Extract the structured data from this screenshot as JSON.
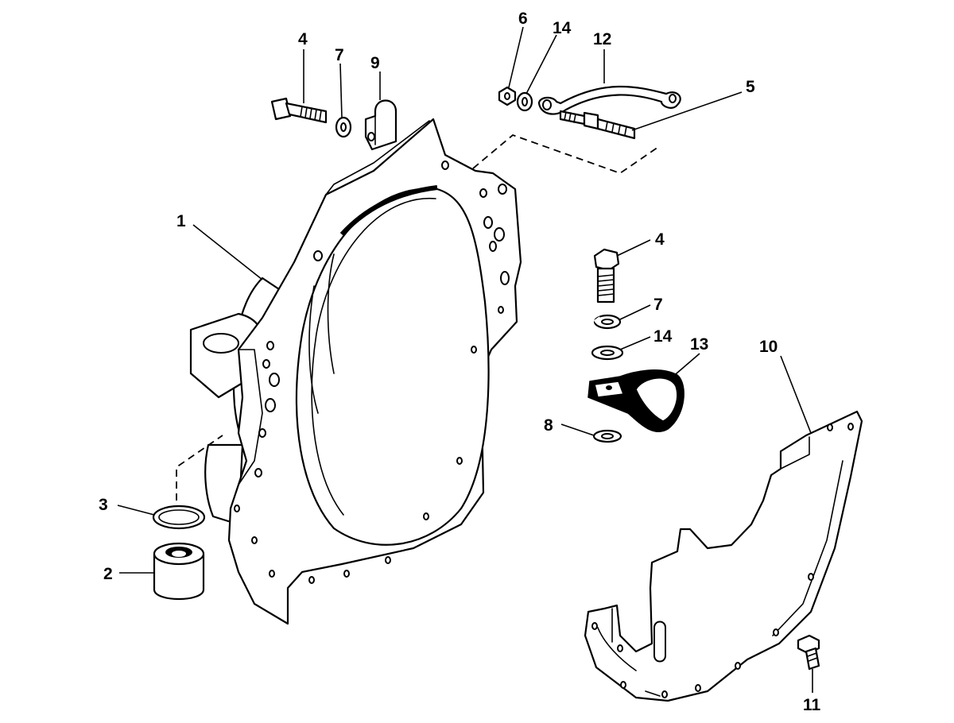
{
  "callouts": {
    "c1": "1",
    "c2": "2",
    "c3": "3",
    "c4a": "4",
    "c4b": "4",
    "c5": "5",
    "c6": "6",
    "c7a": "7",
    "c7b": "7",
    "c8": "8",
    "c9": "9",
    "c10": "10",
    "c11": "11",
    "c12": "12",
    "c13": "13",
    "c14a": "14",
    "c14b": "14"
  }
}
